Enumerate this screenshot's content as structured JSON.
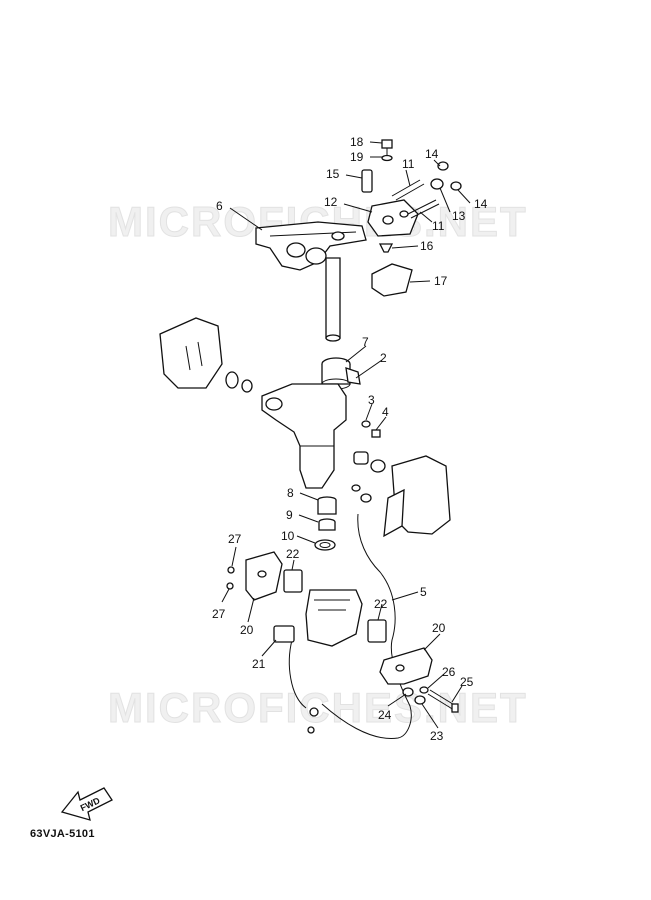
{
  "diagram": {
    "drawing_code": "63VJA-5101",
    "watermark_text": "MICROFICHES.NET",
    "fwd_label": "FWD",
    "callouts": [
      {
        "id": "c18",
        "label": "18"
      },
      {
        "id": "c19",
        "label": "19"
      },
      {
        "id": "c15",
        "label": "15"
      },
      {
        "id": "c11a",
        "label": "11"
      },
      {
        "id": "c14a",
        "label": "14"
      },
      {
        "id": "c14b",
        "label": "14"
      },
      {
        "id": "c13",
        "label": "13"
      },
      {
        "id": "c11b",
        "label": "11"
      },
      {
        "id": "c12",
        "label": "12"
      },
      {
        "id": "c6",
        "label": "6"
      },
      {
        "id": "c16",
        "label": "16"
      },
      {
        "id": "c17",
        "label": "17"
      },
      {
        "id": "c7",
        "label": "7"
      },
      {
        "id": "c2",
        "label": "2"
      },
      {
        "id": "c3",
        "label": "3"
      },
      {
        "id": "c4",
        "label": "4"
      },
      {
        "id": "c8",
        "label": "8"
      },
      {
        "id": "c9",
        "label": "9"
      },
      {
        "id": "c10",
        "label": "10"
      },
      {
        "id": "c27a",
        "label": "27"
      },
      {
        "id": "c22a",
        "label": "22"
      },
      {
        "id": "c5",
        "label": "5"
      },
      {
        "id": "c27b",
        "label": "27"
      },
      {
        "id": "c20a",
        "label": "20"
      },
      {
        "id": "c22b",
        "label": "22"
      },
      {
        "id": "c20b",
        "label": "20"
      },
      {
        "id": "c21",
        "label": "21"
      },
      {
        "id": "c26",
        "label": "26"
      },
      {
        "id": "c25",
        "label": "25"
      },
      {
        "id": "c24",
        "label": "24"
      },
      {
        "id": "c23",
        "label": "23"
      }
    ]
  }
}
